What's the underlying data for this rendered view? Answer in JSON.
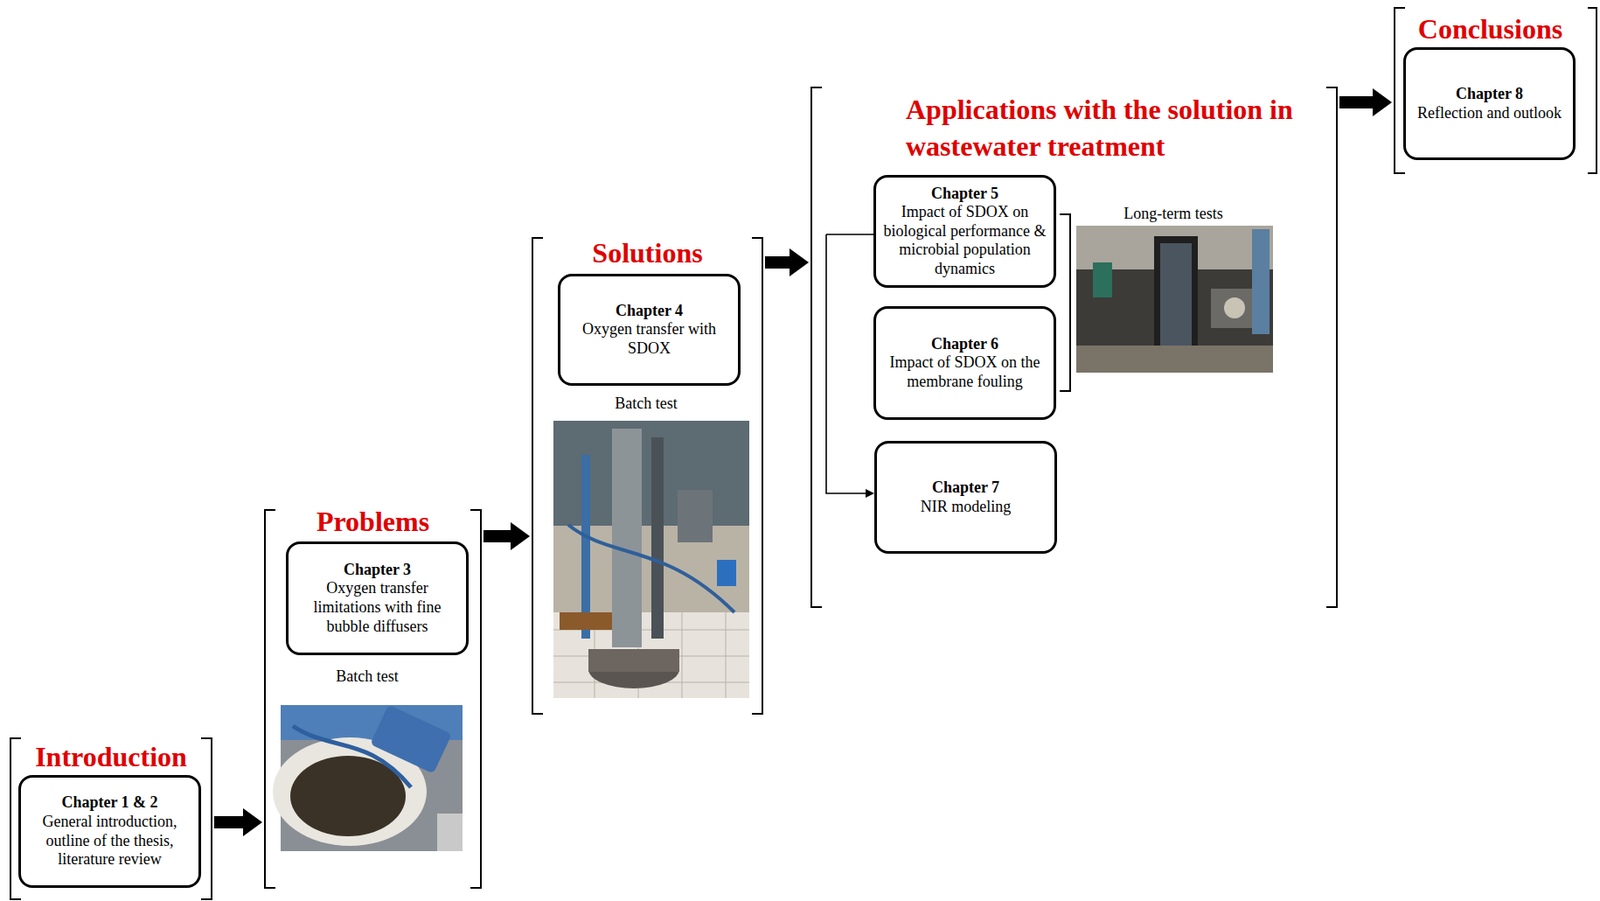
{
  "diagram": {
    "nodes": [
      {
        "text": [
          "Introduction"
        ]
      },
      {
        "text": [
          "Chapter 1 & 2",
          "General introduction, outline of the thesis, literature review"
        ],
        "in": 0
      },
      {
        "text": [
          "Problems"
        ]
      },
      {
        "text": [
          "Chapter 3",
          "Oxygen transfer limitations with fine bubble diffusers"
        ],
        "in": 2
      },
      {
        "text": [
          "Solutions"
        ]
      },
      {
        "text": [
          "Chapter 4",
          "Oxygen transfer with SDOX"
        ],
        "in": 4
      },
      {
        "text": [
          "Applications with the solution in wastewater treatment"
        ]
      },
      {
        "text": [
          "Chapter 5",
          "Impact of SDOX on biological performance & microbial population dynamics"
        ],
        "in": 6
      },
      {
        "text": [
          "Chapter 6",
          "Impact of SDOX on the membrane fouling"
        ],
        "in": 6
      },
      {
        "text": [
          "Chapter 7",
          "NIR modeling"
        ],
        "in": 6
      },
      {
        "text": [
          "Conclusions"
        ]
      },
      {
        "text": [
          "Chapter 8",
          "Reflection and outlook"
        ],
        "in": 10
      }
    ],
    "edges": [
      {
        "from": 0,
        "to": 2,
        "arrow": "to"
      },
      {
        "from": 2,
        "to": 4,
        "arrow": "to"
      },
      {
        "from": 4,
        "to": 6,
        "arrow": "to"
      },
      {
        "from": 6,
        "to": 10,
        "arrow": "to"
      }
    ],
    "labels": [
      "Batch test",
      "Batch test",
      "Long-term tests"
    ]
  }
}
